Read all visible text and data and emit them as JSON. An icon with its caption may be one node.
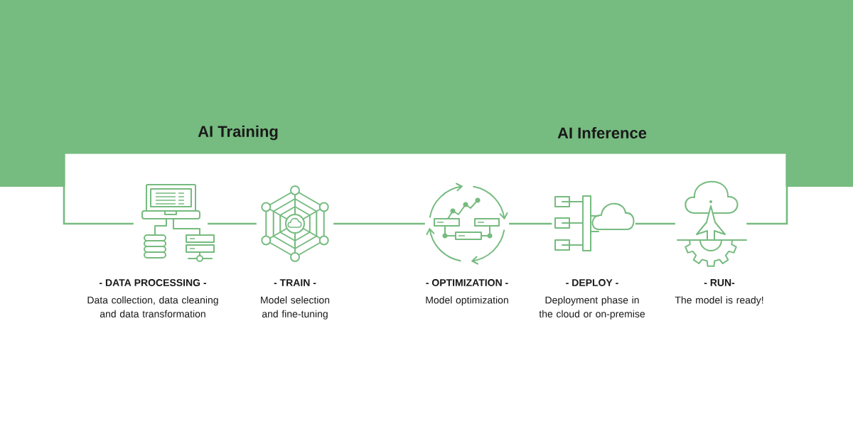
{
  "diagram": {
    "nodes": [
      {
        "text": [
          "- DATA PROCESSING -",
          "Data collection, data cleaning and data transformation"
        ]
      },
      {
        "text": [
          "- TRAIN -",
          "Model selection and fine-tuning"
        ]
      },
      {
        "text": [
          "- OPTIMIZATION -",
          "Model optimization"
        ]
      },
      {
        "text": [
          "- DEPLOY -",
          "Deployment phase in the cloud or on-premise"
        ]
      },
      {
        "text": [
          "- RUN-",
          "The model is ready!"
        ]
      }
    ],
    "edges": [
      {
        "from": 0,
        "to": 1,
        "arrow": "none"
      },
      {
        "from": 1,
        "to": 2,
        "arrow": "none"
      },
      {
        "from": 2,
        "to": 3,
        "arrow": "none"
      },
      {
        "from": 3,
        "to": 4,
        "arrow": "none"
      },
      {
        "from": 4,
        "to": 0,
        "arrow": "none"
      }
    ],
    "labels": [
      "AI Training",
      "AI Inference"
    ]
  }
}
